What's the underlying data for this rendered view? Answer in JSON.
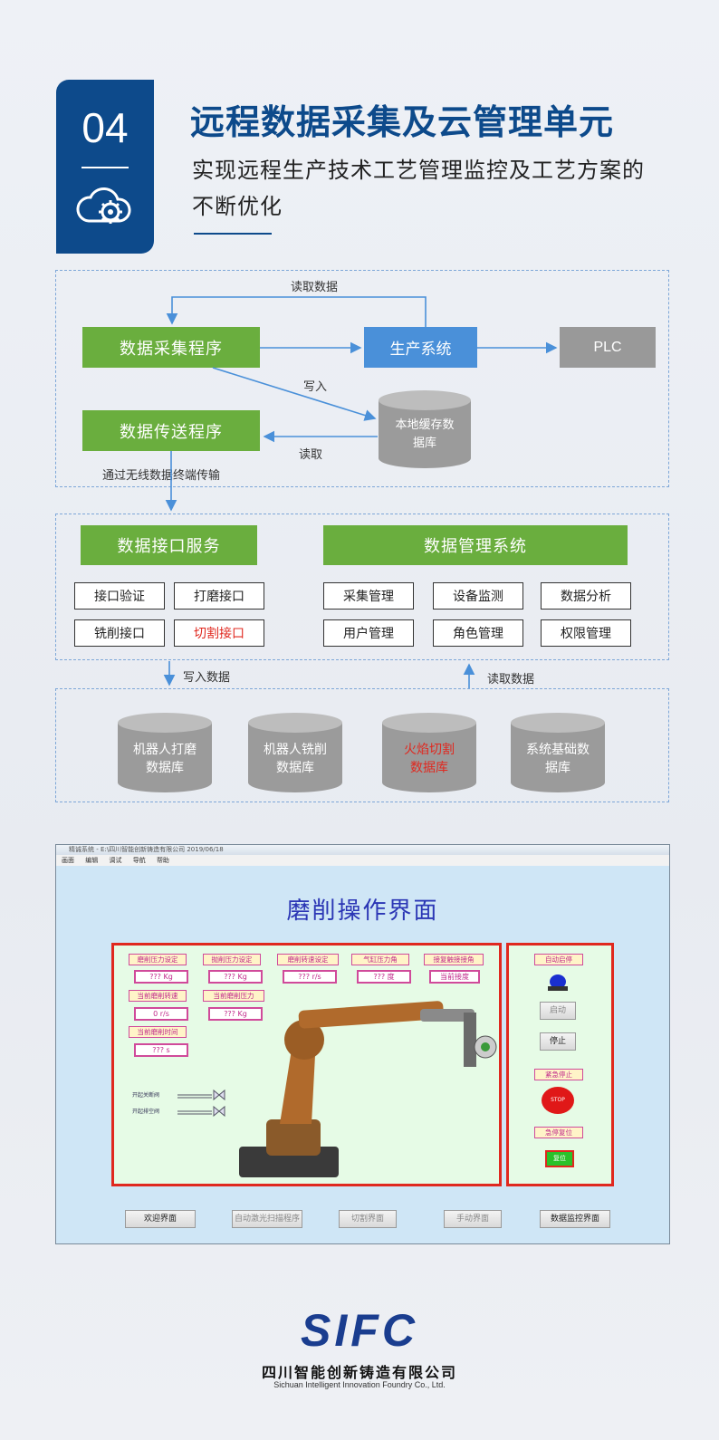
{
  "header": {
    "number": "04",
    "title": "远程数据采集及云管理单元",
    "subtitle": "实现远程生产技术工艺管理监控及工艺方案的不断优化"
  },
  "diagram": {
    "top": {
      "collect_program": "数据采集程序",
      "transfer_program": "数据传送程序",
      "production_system": "生产系统",
      "plc": "PLC",
      "local_cache_db": "本地缓存数\n据库",
      "read_data_label": "读取数据",
      "write_label": "写入",
      "read_label": "读取",
      "wireless_label": "通过无线数据终端传输"
    },
    "middle": {
      "interface_service": "数据接口服务",
      "management_system": "数据管理系统",
      "interface_items": [
        "接口验证",
        "打磨接口",
        "铣削接口",
        "切割接口"
      ],
      "management_items": [
        "采集管理",
        "设备监测",
        "数据分析",
        "用户管理",
        "角色管理",
        "权限管理"
      ]
    },
    "flow": {
      "write_data": "写入数据",
      "read_data": "读取数据"
    },
    "databases": [
      "机器人打磨\n数据库",
      "机器人铣削\n数据库",
      "火焰切割\n数据库",
      "系统基础数\n据库"
    ]
  },
  "screenshot": {
    "window_title": "精诚系统 - E:\\四川智能创新铸造有限公司 2019/06/18",
    "menu": [
      "画面",
      "编辑",
      "调试",
      "导航",
      "帮助"
    ],
    "title": "磨削操作界面",
    "params": [
      {
        "label": "磨削压力设定",
        "value": "??? Kg"
      },
      {
        "label": "抛削压力设定",
        "value": "??? Kg"
      },
      {
        "label": "磨削转速设定",
        "value": "??? r/s"
      },
      {
        "label": "气缸压力角",
        "value": "??? 度"
      },
      {
        "label": "接复触接接角",
        "value": "当前接度"
      },
      {
        "label": "当前磨削转速",
        "value": "0 r/s"
      },
      {
        "label": "当前磨削压力",
        "value": "??? Kg"
      },
      {
        "label": "当前磨削时间",
        "value": "??? s"
      }
    ],
    "valves": [
      "开起关断阀",
      "开起排空阀"
    ],
    "side_panel": {
      "auto_start_stop": "自动启停",
      "start": "启动",
      "stop": "停止",
      "emergency_stop": "紧急停止",
      "emergency_indicator": "STOP",
      "emergency_reset": "急停复位",
      "reset_button": "复位"
    },
    "bottom_buttons": [
      "欢迎界面",
      "自动激光扫描程序",
      "切割界面",
      "手动界面",
      "数据监控界面"
    ]
  },
  "footer": {
    "logo_text": "SIFC",
    "company_cn": "四川智能创新铸造有限公司",
    "company_en": "Sichuan Intelligent Innovation Foundry Co., Ltd."
  },
  "colors": {
    "brand_blue": "#0d4a8b",
    "green": "#6aae3e",
    "blue": "#4a90d9",
    "gray": "#999999",
    "red": "#e0281f"
  }
}
